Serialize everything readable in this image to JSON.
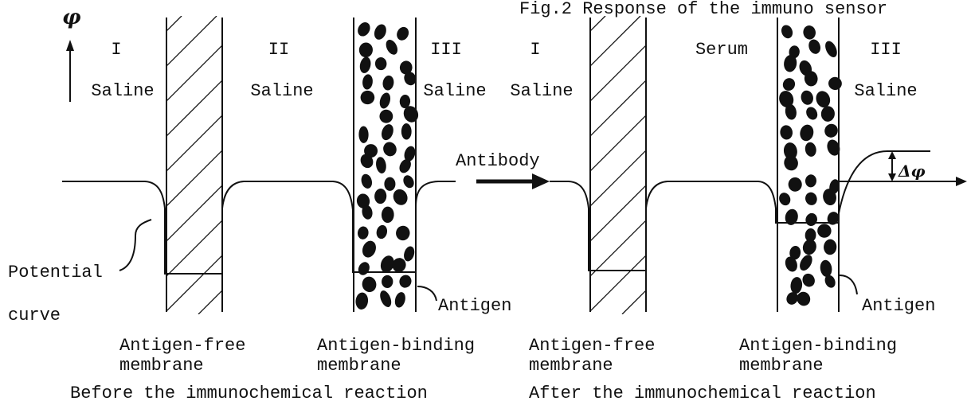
{
  "figure": {
    "title": "Fig.2 Response of the immuno sensor",
    "axis_symbol": "φ",
    "delta_label": "Δφ",
    "arrow_label": "Antibody"
  },
  "left_panel": {
    "region_numerals": [
      "I",
      "II",
      "III"
    ],
    "region_solutions": [
      "Saline",
      "Saline",
      "Saline"
    ],
    "membrane_free": [
      "Antigen-free",
      "membrane"
    ],
    "membrane_binding": [
      "Antigen-binding",
      "membrane"
    ],
    "potential_curve": [
      "Potential",
      "curve"
    ],
    "antigen": "Antigen",
    "caption": "Before the immunochemical reaction"
  },
  "right_panel": {
    "region_numerals": [
      "I",
      "III"
    ],
    "region_solutions": [
      "Saline",
      "Serum",
      "Saline"
    ],
    "membrane_free": [
      "Antigen-free",
      "membrane"
    ],
    "membrane_binding": [
      "Antigen-binding",
      "membrane"
    ],
    "antigen": "Antigen",
    "caption": "After the immunochemical reaction"
  }
}
